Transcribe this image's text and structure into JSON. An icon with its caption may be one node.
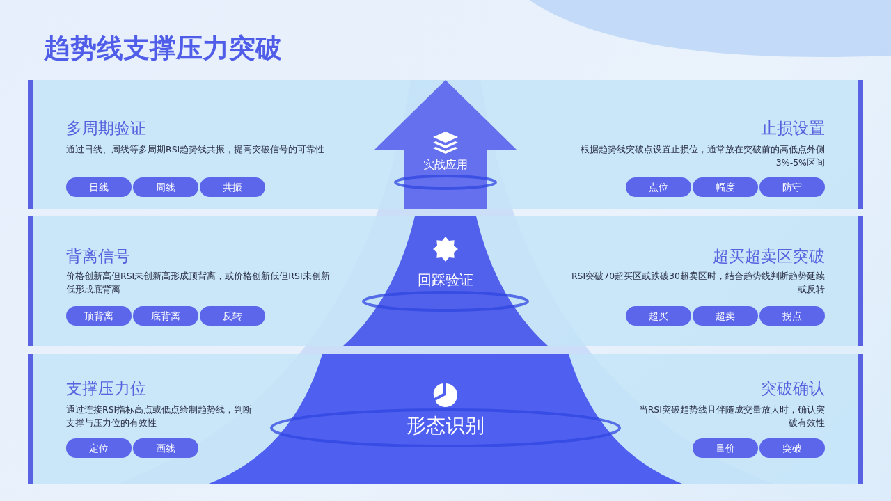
{
  "diagram": {
    "title": "趋势线支撑压力突破",
    "nodes": [
      {
        "text": [
          "多周期验证",
          "通过日线、周线等多周期RSI趋势线共振，提高突破信号的可靠性",
          "止损设置",
          "根据趋势线突破点设置止损位，通常放在突破前的高低点外侧3%-5%区间"
        ]
      },
      {
        "text": [
          "日线"
        ],
        "in": 0
      },
      {
        "text": [
          "周线"
        ],
        "in": 0
      },
      {
        "text": [
          "共振"
        ],
        "in": 0
      },
      {
        "text": [
          "点位"
        ],
        "in": 0
      },
      {
        "text": [
          "幅度"
        ],
        "in": 0
      },
      {
        "text": [
          "防守"
        ],
        "in": 0
      },
      {
        "text": [
          "实战应用"
        ],
        "in": 0
      },
      {
        "text": [
          "背离信号",
          "价格创新高但RSI未创新高形成顶背离，或价格创新低但RSI未创新低形成底背离",
          "超买超卖区突破",
          "RSI突破70超买区或跌破30超卖区时，结合趋势线判断趋势延续或反转"
        ]
      },
      {
        "text": [
          "顶背离"
        ],
        "in": 8
      },
      {
        "text": [
          "底背离"
        ],
        "in": 8
      },
      {
        "text": [
          "反转"
        ],
        "in": 8
      },
      {
        "text": [
          "超买"
        ],
        "in": 8
      },
      {
        "text": [
          "超卖"
        ],
        "in": 8
      },
      {
        "text": [
          "拐点"
        ],
        "in": 8
      },
      {
        "text": [
          "回踩验证"
        ],
        "in": 8
      },
      {
        "text": [
          "支撑压力位",
          "通过连接RSI指标高点或低点绘制趋势线，判断支撑与压力位的有效性",
          "突破确认",
          "当RSI突破趋势线且伴随成交量放大时，确认突破有效性"
        ]
      },
      {
        "text": [
          "定位"
        ],
        "in": 16
      },
      {
        "text": [
          "画线"
        ],
        "in": 16
      },
      {
        "text": [
          "量价"
        ],
        "in": 16
      },
      {
        "text": [
          "突破"
        ],
        "in": 16
      },
      {
        "text": [
          "形态识别"
        ],
        "in": 16
      }
    ]
  }
}
